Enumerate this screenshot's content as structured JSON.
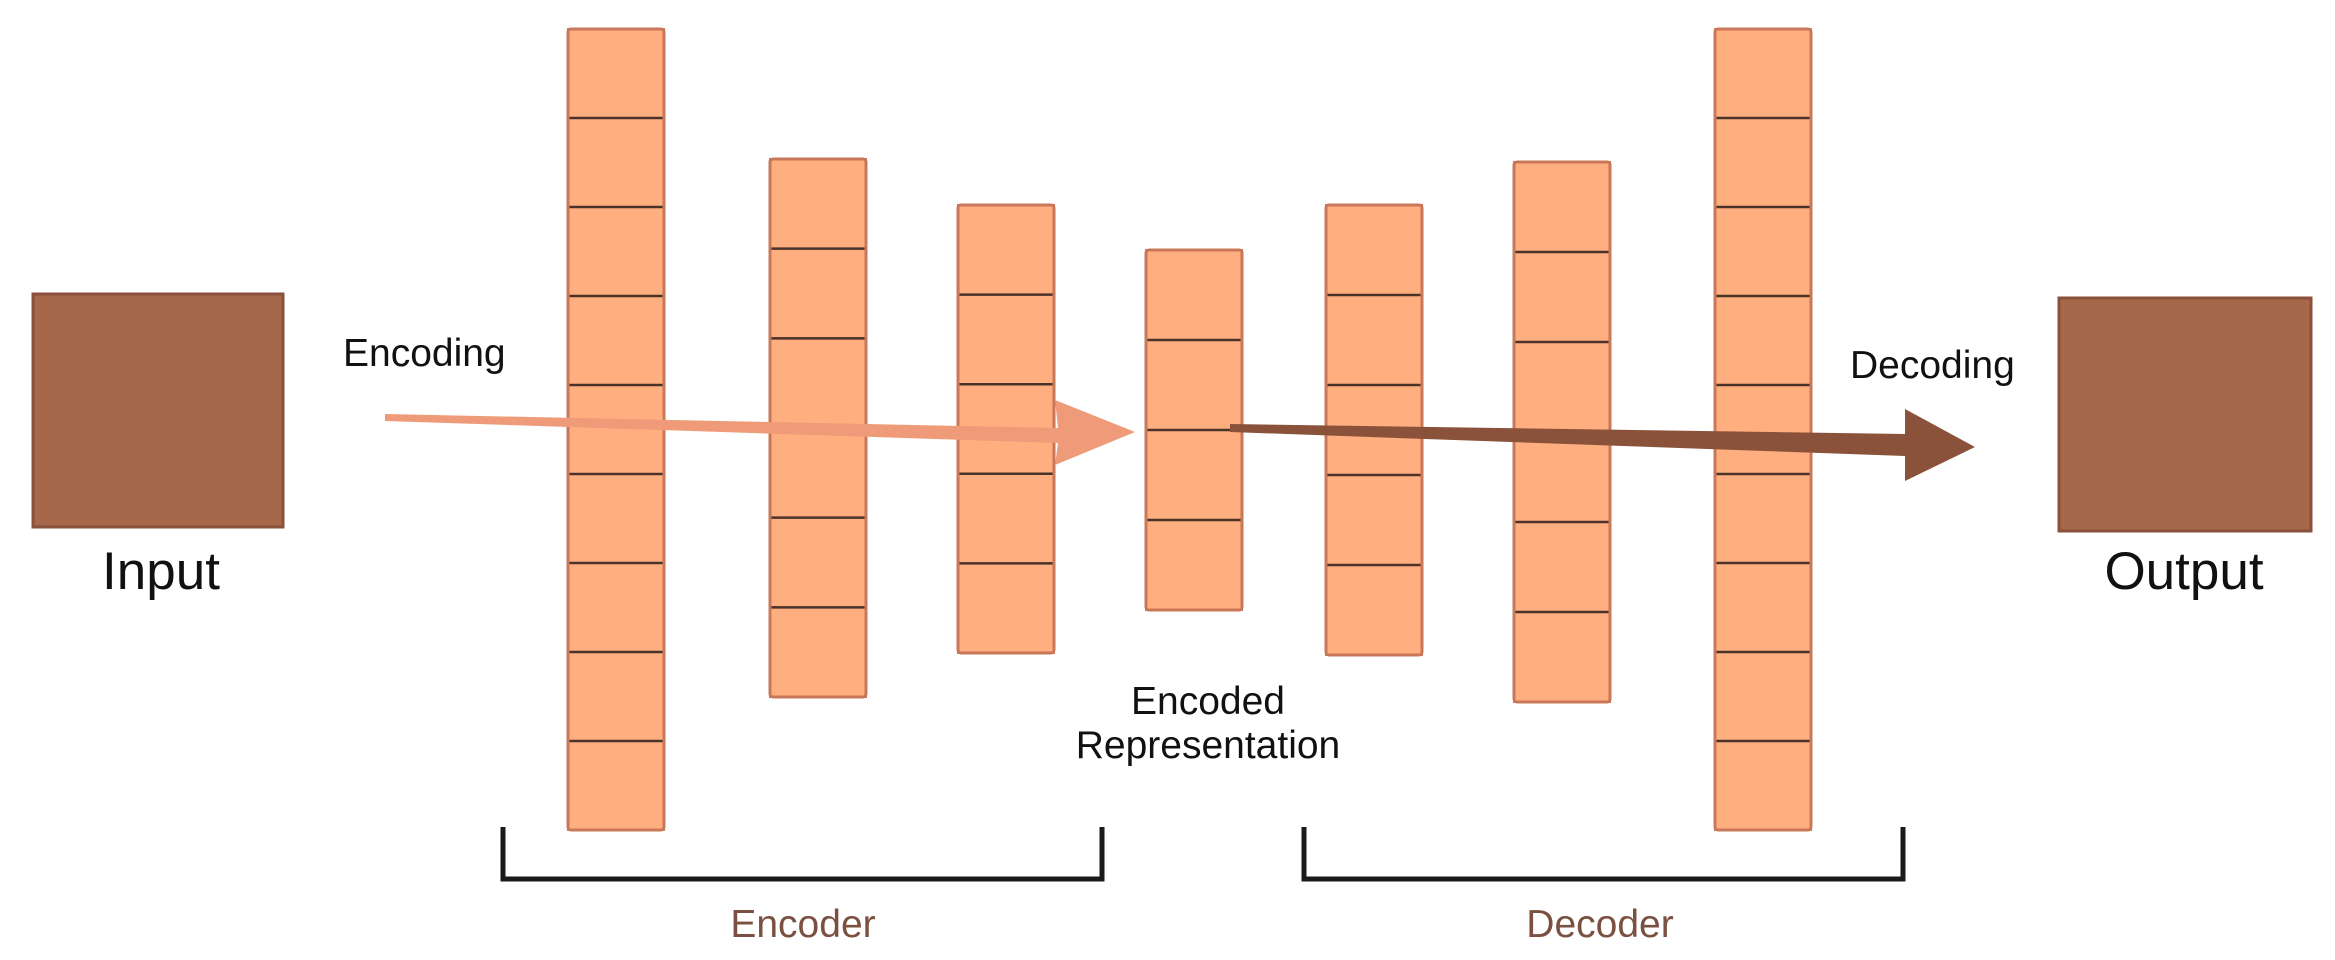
{
  "diagram": {
    "input_label": "Input",
    "output_label": "Output",
    "encoding_label": "Encoding",
    "decoding_label": "Decoding",
    "encoded_label_line1": "Encoded",
    "encoded_label_line2": "Representation",
    "encoder_label": "Encoder",
    "decoder_label": "Decoder",
    "layers": [
      {
        "group": "encoder",
        "units": 9
      },
      {
        "group": "encoder",
        "units": 6
      },
      {
        "group": "encoder",
        "units": 5
      },
      {
        "group": "bottleneck",
        "units": 4
      },
      {
        "group": "decoder",
        "units": 5
      },
      {
        "group": "decoder",
        "units": 6
      },
      {
        "group": "decoder",
        "units": 9
      }
    ],
    "colors": {
      "io_box": "#a6674a",
      "io_box_border": "#8a513a",
      "unit_fill": "#ffae80",
      "unit_border": "#c87858",
      "unit_divider": "#4a3328",
      "encoding_arrow": "#ef9a78",
      "decoding_arrow": "#8a523a",
      "bracket": "#1a1a1a",
      "bracket_label": "#7a5040",
      "text": "#111111"
    }
  }
}
